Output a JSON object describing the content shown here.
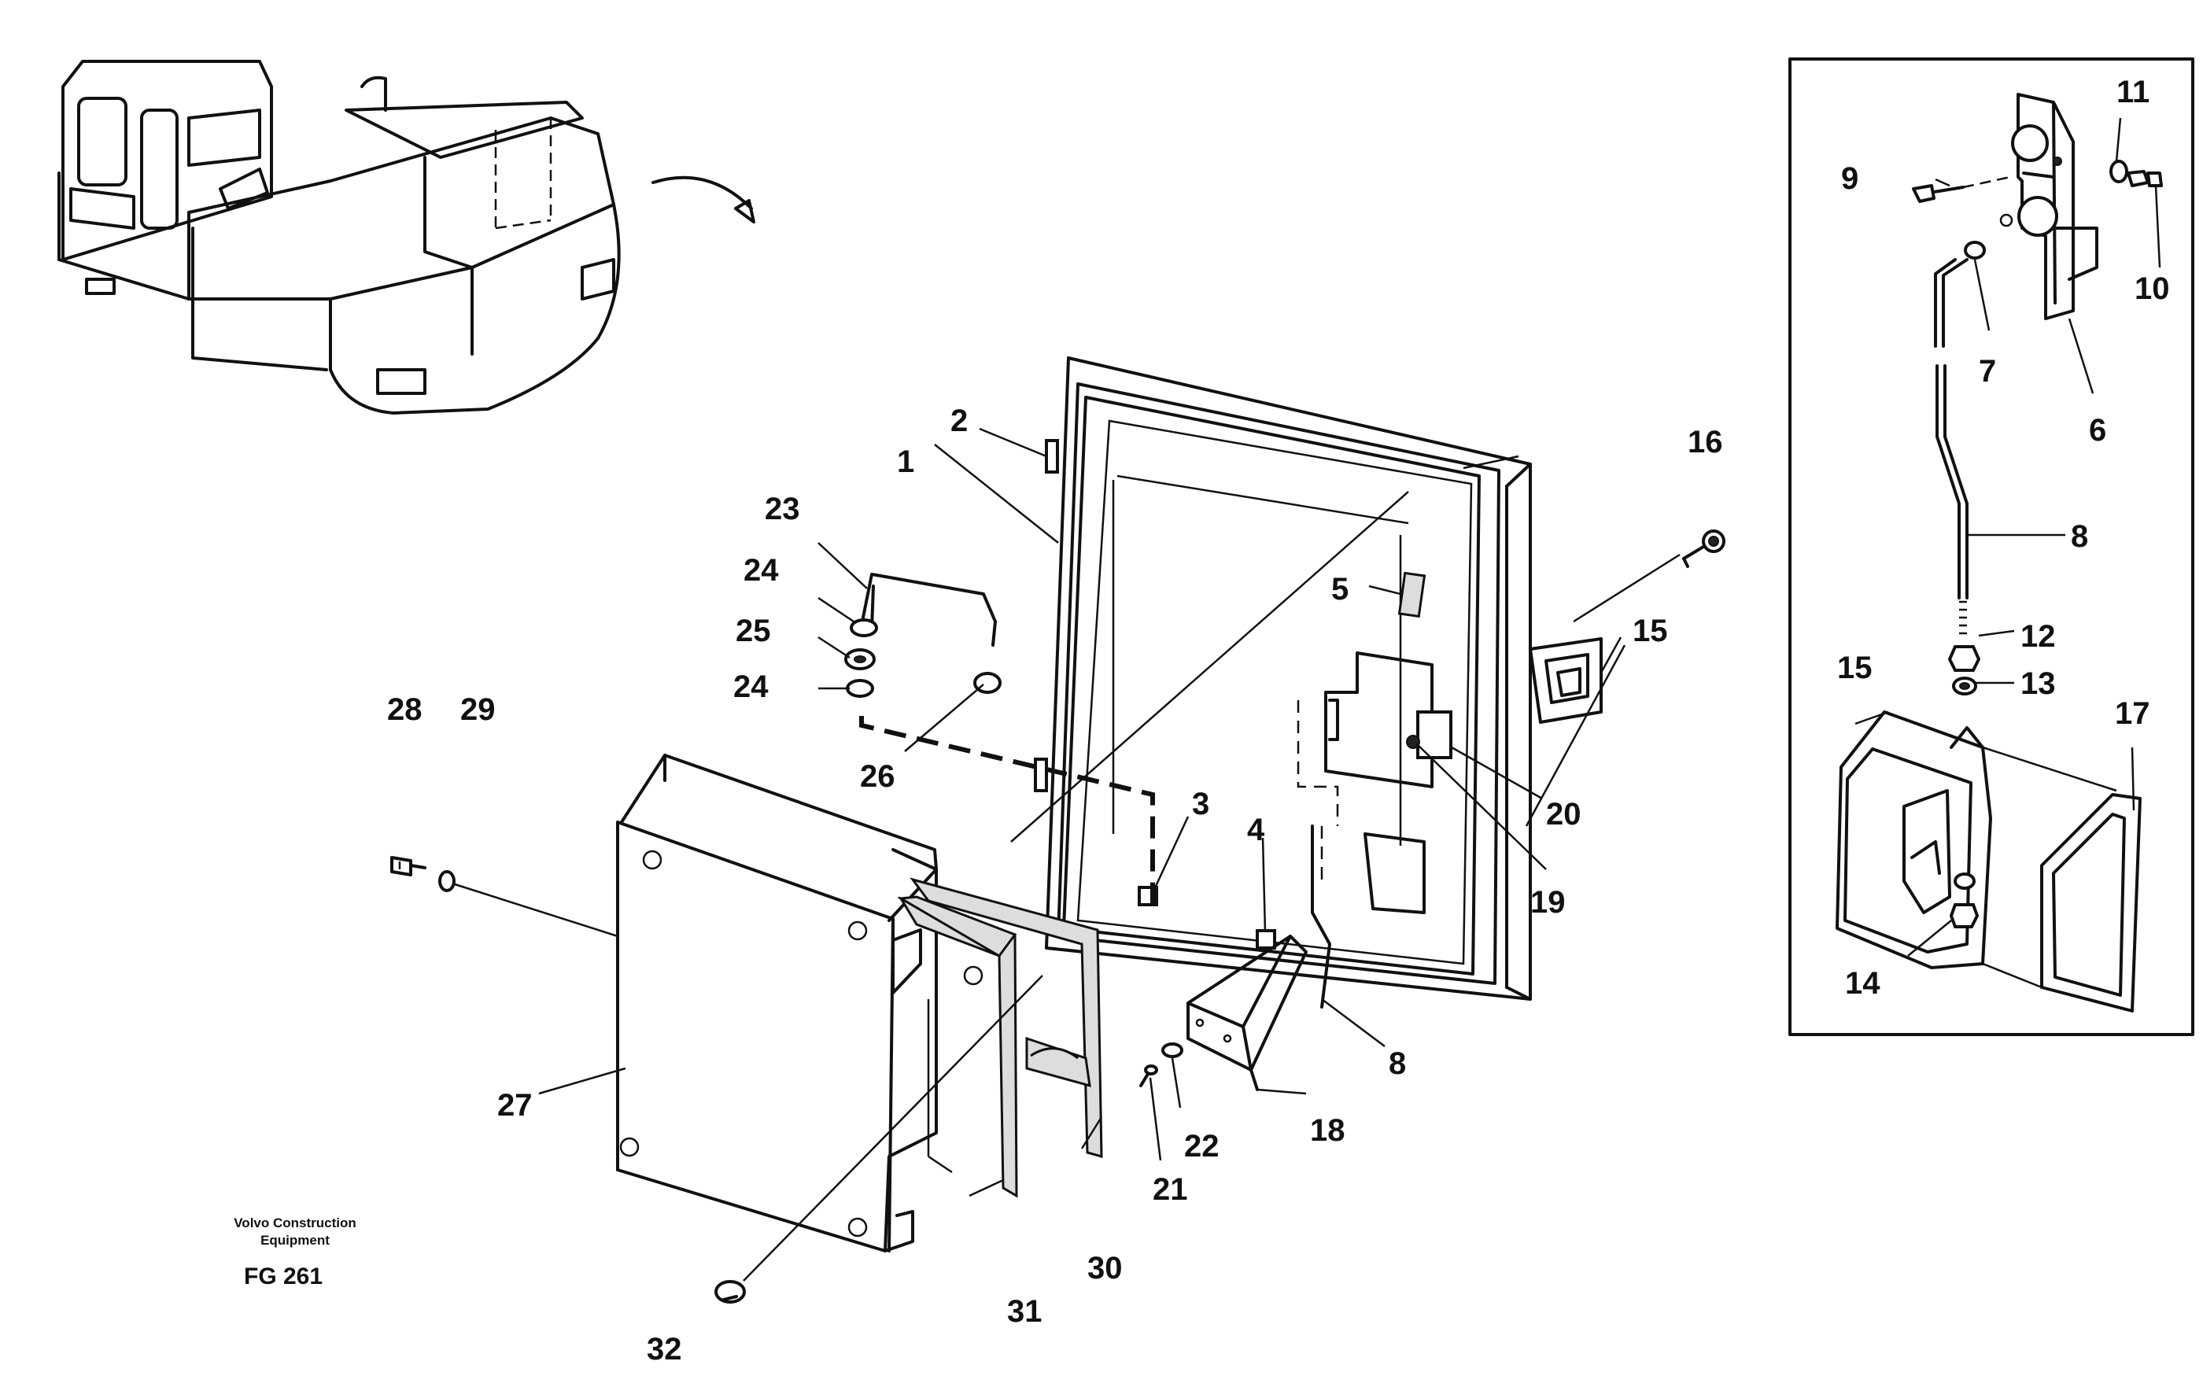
{
  "caption": {
    "company_line1": "Volvo Construction",
    "company_line2": "Equipment",
    "figure_code": "FG 261"
  },
  "parts": {
    "p1": "1",
    "p2": "2",
    "p3": "3",
    "p4": "4",
    "p5": "5",
    "p6": "6",
    "p7": "7",
    "p8": "8",
    "p8b": "8",
    "p9": "9",
    "p10": "10",
    "p11": "11",
    "p12": "12",
    "p13": "13",
    "p14": "14",
    "p15": "15",
    "p15b": "15",
    "p16": "16",
    "p17": "17",
    "p18": "18",
    "p19": "19",
    "p20": "20",
    "p21": "21",
    "p22": "22",
    "p23": "23",
    "p24": "24",
    "p24b": "24",
    "p25": "25",
    "p26": "26",
    "p27": "27",
    "p28": "28",
    "p29": "29",
    "p30": "30",
    "p31": "31",
    "p32": "32"
  }
}
